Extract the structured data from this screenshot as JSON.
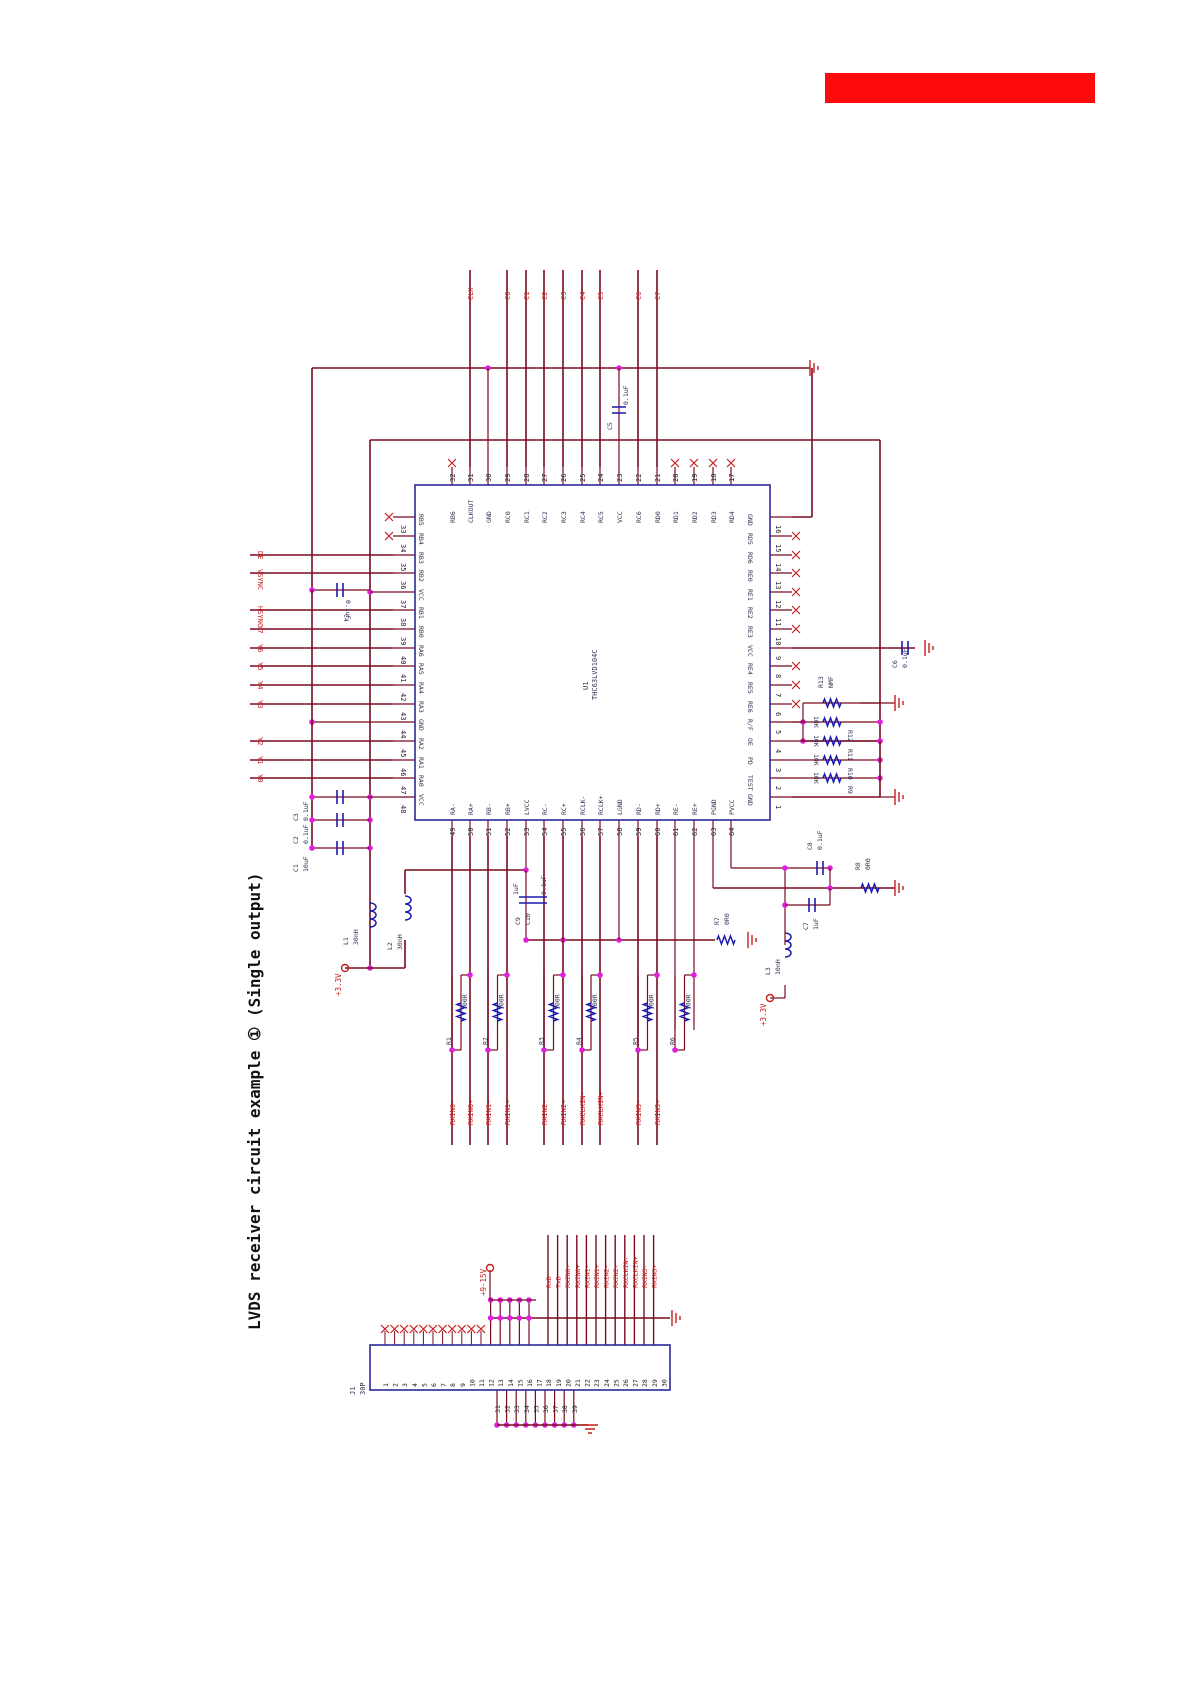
{
  "page": {
    "banner_color": "#ff0a0a",
    "title": "LVDS receiver circuit example ① (Single output)"
  },
  "colors": {
    "wire": "#7a0a1e",
    "chip_outline": "#2a2a9a",
    "node": "#e020e0",
    "component": "#1a1ab0",
    "label_red": "#c81e1e",
    "pin_text": "#333355"
  },
  "chip": {
    "ref": "U1",
    "part": "THC63LVD104C",
    "top_pins": [
      {
        "num": "32",
        "name": "RB6"
      },
      {
        "num": "31",
        "name": "CLKOUT"
      },
      {
        "num": "30",
        "name": "GND"
      },
      {
        "num": "29",
        "name": "RC0"
      },
      {
        "num": "28",
        "name": "RC1"
      },
      {
        "num": "27",
        "name": "RC2"
      },
      {
        "num": "26",
        "name": "RC3"
      },
      {
        "num": "25",
        "name": "RC4"
      },
      {
        "num": "24",
        "name": "RC5"
      },
      {
        "num": "23",
        "name": "VCC"
      },
      {
        "num": "22",
        "name": "RC6"
      },
      {
        "num": "21",
        "name": "RD0"
      },
      {
        "num": "20",
        "name": "RD1"
      },
      {
        "num": "19",
        "name": "RD2"
      },
      {
        "num": "18",
        "name": "RD3"
      },
      {
        "num": "17",
        "name": "RD4"
      }
    ],
    "left_pins": [
      {
        "num": "33",
        "name": "RB5"
      },
      {
        "num": "34",
        "name": "RB4"
      },
      {
        "num": "35",
        "name": "RB3"
      },
      {
        "num": "36",
        "name": "RB2"
      },
      {
        "num": "37",
        "name": "VCC"
      },
      {
        "num": "38",
        "name": "RB1"
      },
      {
        "num": "39",
        "name": "RB0"
      },
      {
        "num": "40",
        "name": "RA6"
      },
      {
        "num": "41",
        "name": "RA5"
      },
      {
        "num": "42",
        "name": "RA4"
      },
      {
        "num": "43",
        "name": "RA3"
      },
      {
        "num": "44",
        "name": "GND"
      },
      {
        "num": "45",
        "name": "RA2"
      },
      {
        "num": "46",
        "name": "RA1"
      },
      {
        "num": "47",
        "name": "RA0"
      },
      {
        "num": "48",
        "name": "VCC"
      }
    ],
    "right_pins": [
      {
        "num": "16",
        "name": "GND"
      },
      {
        "num": "15",
        "name": "RD5"
      },
      {
        "num": "14",
        "name": "RD6"
      },
      {
        "num": "13",
        "name": "RE0"
      },
      {
        "num": "12",
        "name": "RE1"
      },
      {
        "num": "11",
        "name": "RE2"
      },
      {
        "num": "10",
        "name": "RE3"
      },
      {
        "num": "9",
        "name": "VCC"
      },
      {
        "num": "8",
        "name": "RE4"
      },
      {
        "num": "7",
        "name": "RE5"
      },
      {
        "num": "6",
        "name": "RE6"
      },
      {
        "num": "5",
        "name": "R/F"
      },
      {
        "num": "4",
        "name": "OE"
      },
      {
        "num": "3",
        "name": "PD"
      },
      {
        "num": "2",
        "name": "TEST"
      },
      {
        "num": "1",
        "name": "GND"
      }
    ],
    "bottom_pins": [
      {
        "num": "49",
        "name": "RA-"
      },
      {
        "num": "50",
        "name": "RA+"
      },
      {
        "num": "51",
        "name": "RB-"
      },
      {
        "num": "52",
        "name": "RB+"
      },
      {
        "num": "53",
        "name": "LVCC"
      },
      {
        "num": "54",
        "name": "RC-"
      },
      {
        "num": "55",
        "name": "RC+"
      },
      {
        "num": "56",
        "name": "RCLK-"
      },
      {
        "num": "57",
        "name": "RCLK+"
      },
      {
        "num": "58",
        "name": "LGND"
      },
      {
        "num": "59",
        "name": "RD-"
      },
      {
        "num": "60",
        "name": "RD+"
      },
      {
        "num": "61",
        "name": "RE-"
      },
      {
        "num": "62",
        "name": "RE+"
      },
      {
        "num": "63",
        "name": "PGND"
      },
      {
        "num": "64",
        "name": "PVCC"
      }
    ]
  },
  "top_nets": [
    "CLK",
    "C0",
    "C1",
    "C2",
    "C3",
    "C4",
    "C5",
    "C6",
    "C7"
  ],
  "left_nets": [
    "DE",
    "VSYNC",
    "HSYNC",
    "Y7",
    "Y6",
    "Y5",
    "Y4",
    "Y3",
    "Y2",
    "Y1",
    "Y0"
  ],
  "lvds_nets": [
    "RXIN0-",
    "RXIN0+",
    "RXIN1-",
    "RXIN1+",
    "RXIN2-",
    "RXIN2+",
    "RXCLKIN-",
    "RXCLKIN+",
    "RXIN3-",
    "RXIN3+"
  ],
  "components": {
    "c1": {
      "ref": "C1",
      "value": "10uF"
    },
    "c2": {
      "ref": "C2",
      "value": "0.1uF"
    },
    "c3": {
      "ref": "C3",
      "value": "0.1uF"
    },
    "c4": {
      "ref": "C4",
      "value": "0.1uF"
    },
    "c5": {
      "ref": "C5",
      "value": "0.1uF"
    },
    "c6": {
      "ref": "C6",
      "value": "0.1uF"
    },
    "c7": {
      "ref": "C7",
      "value": "1uF"
    },
    "c8": {
      "ref": "C8",
      "value": "0.1uF"
    },
    "c9": {
      "ref": "C9",
      "value": "1uF"
    },
    "c10": {
      "ref": "C10",
      "value": "0.1uF"
    },
    "l1": {
      "ref": "L1",
      "value": "30nH"
    },
    "l2": {
      "ref": "L2",
      "value": "30nH"
    },
    "l3": {
      "ref": "L3",
      "value": "10nH"
    },
    "r7": {
      "ref": "R7",
      "value": "0R0"
    },
    "r8": {
      "ref": "R8",
      "value": "0R0"
    },
    "r9": {
      "ref": "R9",
      "value": "10K"
    },
    "r10": {
      "ref": "R10",
      "value": "10K"
    },
    "r11": {
      "ref": "R11",
      "value": "10K"
    },
    "r12": {
      "ref": "R12",
      "value": "10K"
    },
    "r13": {
      "ref": "R13",
      "value": "NMF"
    },
    "term_value": "100R",
    "term_refs": [
      "R1",
      "R2",
      "R3",
      "R4",
      "R5",
      "R6"
    ],
    "supply1": "+3.3V",
    "supply2": "+3.3V",
    "supply3": "+9-15V"
  },
  "connector": {
    "ref": "J1",
    "type": "30P",
    "pins_top": [
      "1",
      "2",
      "3",
      "4",
      "5",
      "6",
      "7",
      "8",
      "9",
      "10",
      "11",
      "12",
      "13",
      "14",
      "15",
      "16",
      "17",
      "18",
      "19",
      "20",
      "21",
      "22",
      "23",
      "24",
      "25",
      "26",
      "27",
      "28",
      "29",
      "30"
    ],
    "pins_bottom": [
      "31",
      "32",
      "33",
      "34",
      "35",
      "36",
      "37",
      "38",
      "39"
    ],
    "nets": [
      "RxD",
      "TxD",
      "RXIN0-",
      "RXIN0+",
      "RXIN1-",
      "RXIN1+",
      "RXIN2-",
      "RXIN2+",
      "RXCLKIN-",
      "RXCLKIN+",
      "RXIN3-",
      "RXIN3+"
    ]
  }
}
